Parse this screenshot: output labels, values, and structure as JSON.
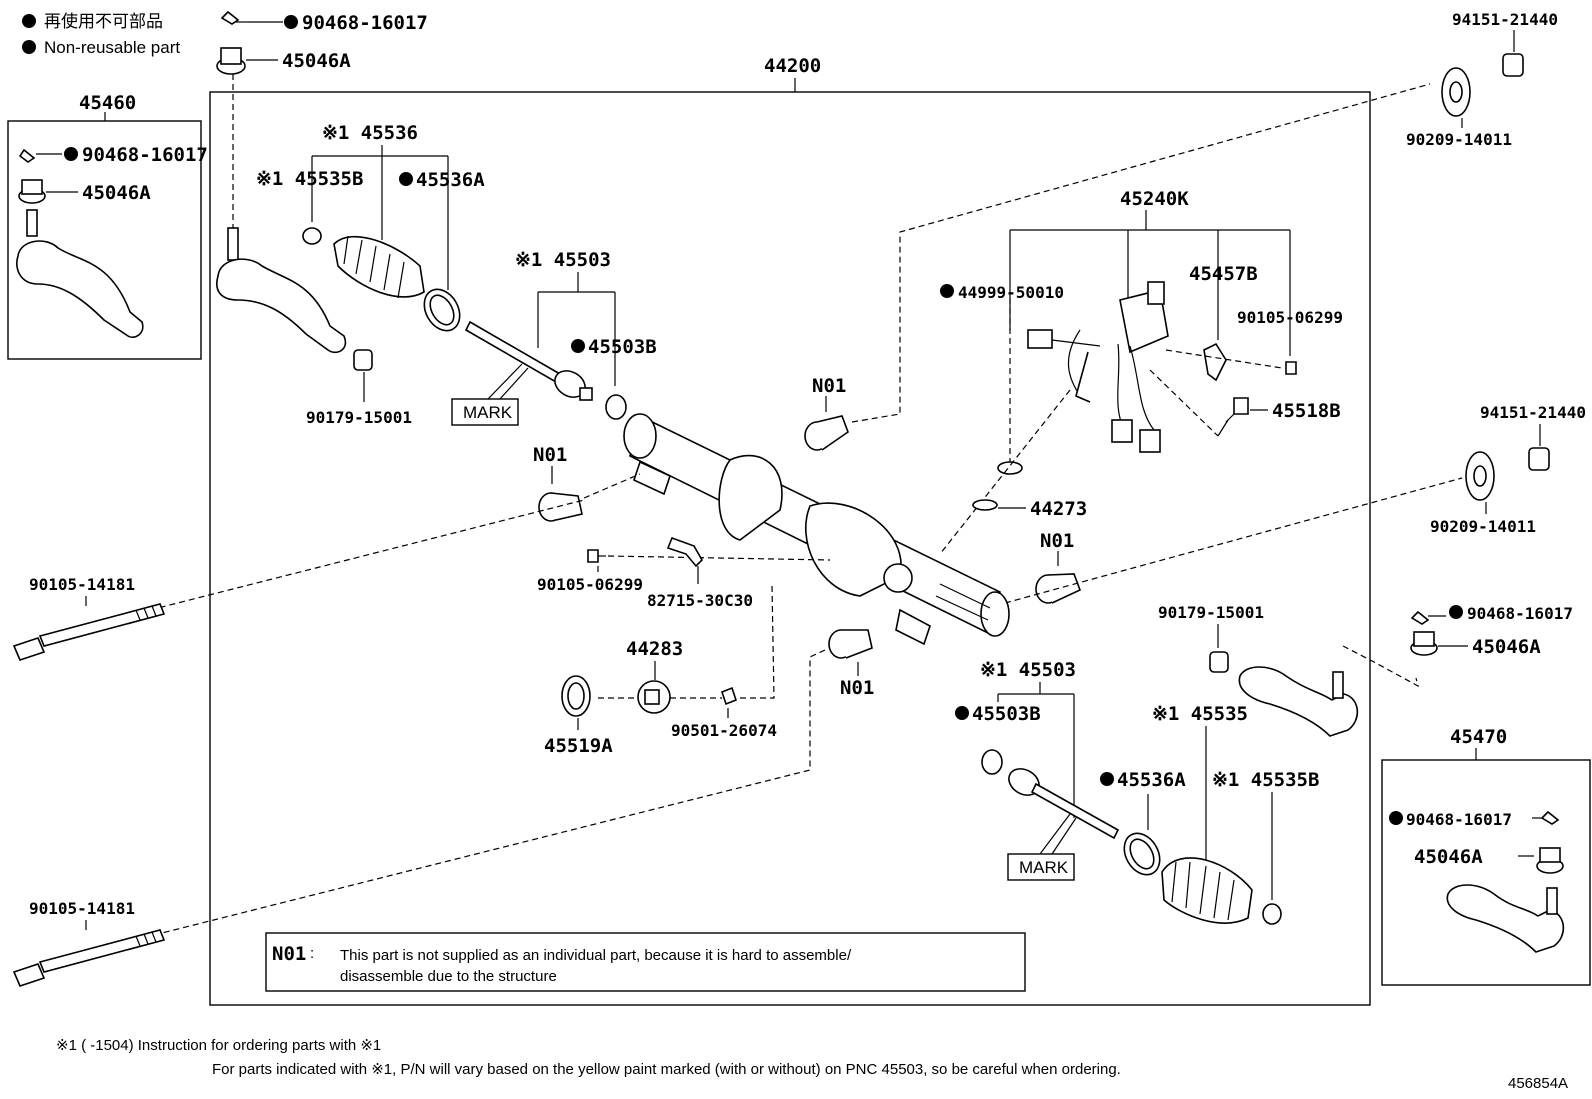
{
  "legend": {
    "jp": "再使用不可部品",
    "en": "Non-reusable part"
  },
  "assembly_label": "44200",
  "left_box": {
    "title": "45460",
    "items": [
      "90468-16017",
      "45046A"
    ]
  },
  "right_box": {
    "title": "45470",
    "items": [
      "90468-16017",
      "45046A"
    ]
  },
  "mark_label": "MARK",
  "labels": {
    "top_clip": "90468-16017",
    "top_nut": "45046A",
    "boot_kit_left": "※1 45536",
    "clamp_left": "※1 45535B",
    "clamp_ring_left": "45536A",
    "rod_left": "※1 45503",
    "washer_left": "45503B",
    "bushing_left": "90179-15001",
    "n01_a": "N01",
    "n01_b": "N01",
    "n01_c": "N01",
    "n01_d": "N01",
    "bolt_upper": "90105-14181",
    "bolt_lower": "90105-14181",
    "bolt_small": "90105-06299",
    "bracket": "82715-30C30",
    "oring": "44999-50010",
    "valve": "45240K",
    "bracket_457": "45457B",
    "bolt_valve": "90105-06299",
    "bolt_518": "45518B",
    "seal_273": "44273",
    "cap_283": "44283",
    "seal_519": "45519A",
    "screw_501": "90501-26074",
    "nut_tr1": "94151-21440",
    "washer_tr1": "90209-14011",
    "nut_tr2": "94151-21440",
    "washer_tr2": "90209-14011",
    "bushing_right": "90179-15001",
    "clip_right": "90468-16017",
    "nut_right": "45046A",
    "rod_right": "※1 45503",
    "washer_right": "45503B",
    "clamp_ring_right": "45536A",
    "boot_right": "※1 45535",
    "clamp_right": "※1 45535B"
  },
  "n01_note": {
    "code": "N01",
    "line1": "This part is not supplied as an individual part, because it is hard to assemble/",
    "line2": "disassemble  due to the structure"
  },
  "footer": {
    "line1": "※1 (     -1504)  Instruction for ordering parts with ※1",
    "line2": "For parts indicated with ※1, P/N will vary based on the yellow paint marked (with or without) on PNC 45503, so be careful when ordering.",
    "diagram_id": "456854A"
  }
}
